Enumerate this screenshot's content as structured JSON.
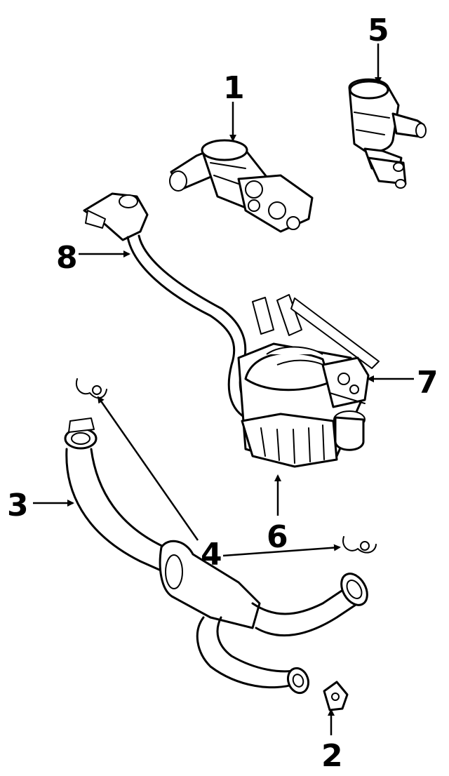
{
  "callouts": [
    {
      "id": "1",
      "label": "1",
      "part": "egr-valve"
    },
    {
      "id": "2",
      "label": "2",
      "part": "gasket"
    },
    {
      "id": "3",
      "label": "3",
      "part": "egr-tube"
    },
    {
      "id": "4",
      "label": "4",
      "part": "clamp"
    },
    {
      "id": "5",
      "label": "5",
      "part": "vacuum-solenoid"
    },
    {
      "id": "6",
      "label": "6",
      "part": "vapor-canister"
    },
    {
      "id": "7",
      "label": "7",
      "part": "purge-valve"
    },
    {
      "id": "8",
      "label": "8",
      "part": "vent-hose"
    }
  ]
}
